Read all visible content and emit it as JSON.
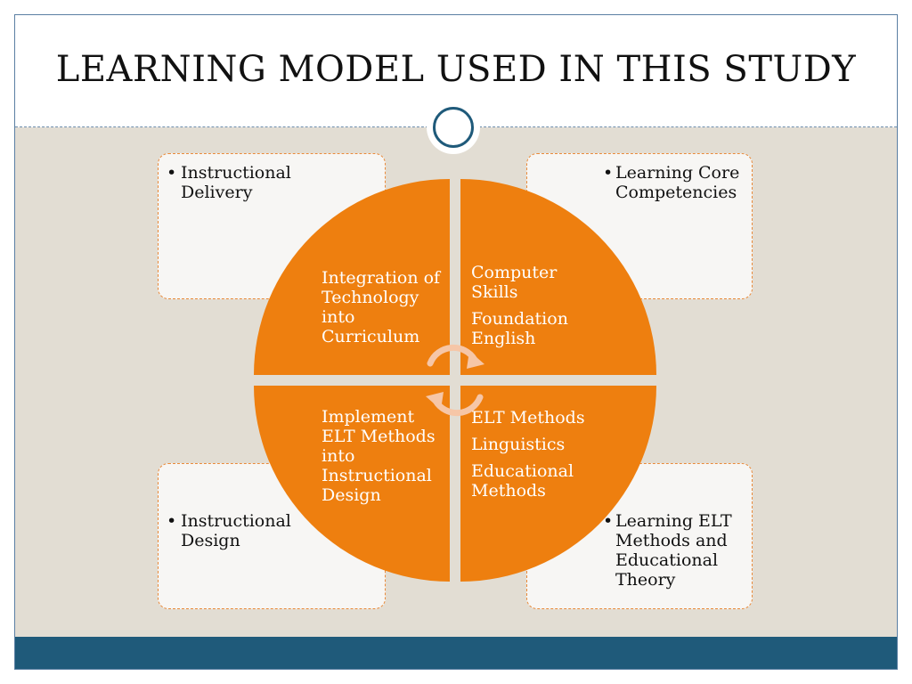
{
  "title": "LEARNING MODEL USED IN THIS STUDY",
  "colors": {
    "accent_orange": "#ee7f0f",
    "background_band": "#e2ddd3",
    "footer_blue": "#1f5a7a",
    "card_border": "#e98a3a"
  },
  "cards": {
    "top_left": "Instructional Delivery",
    "top_right": "Learning Core Competencies",
    "bottom_left": "Instructional Design",
    "bottom_right": "Learning ELT Methods and Educational Theory"
  },
  "quadrants": {
    "top_left": [
      "Integration of Technology into Curriculum"
    ],
    "top_right": [
      "Computer Skills",
      "Foundation English"
    ],
    "bottom_left": [
      "Implement ELT Methods into Instructional Design"
    ],
    "bottom_right": [
      "ELT Methods",
      "Linguistics",
      "Educational Methods"
    ]
  },
  "icons": {
    "center": "cycle-arrows-icon",
    "header": "ring-icon"
  }
}
